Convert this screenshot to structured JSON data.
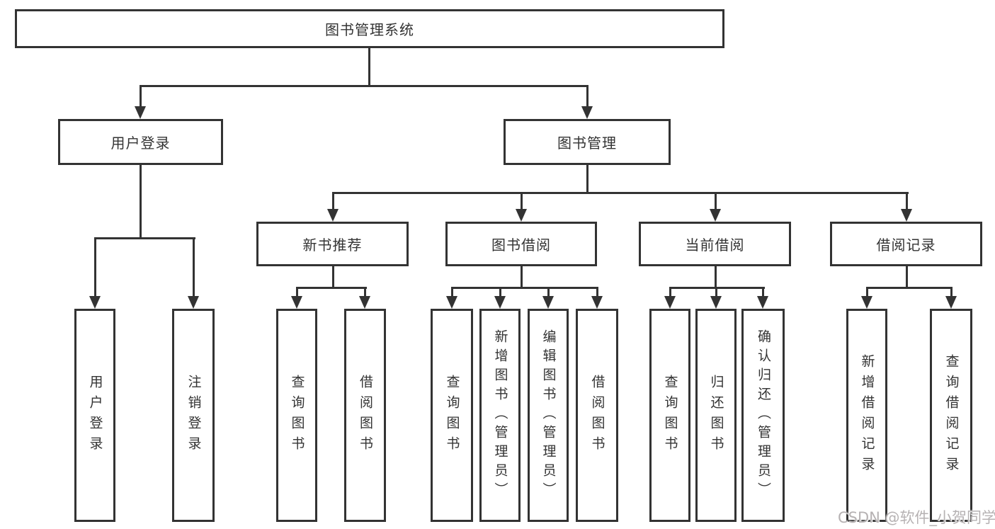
{
  "nodes": {
    "root": "图书管理系统",
    "l2": [
      "用户登录",
      "图书管理"
    ],
    "l3": [
      "新书推荐",
      "图书借阅",
      "当前借阅",
      "借阅记录"
    ],
    "leaves_user": [
      "用户登录",
      "注销登录"
    ],
    "leaves_newbook": [
      "查询图书",
      "借阅图书"
    ],
    "leaves_borrow": [
      "查询图书",
      "新增图书（管理员）",
      "编辑图书（管理员）",
      "借阅图书"
    ],
    "leaves_current": [
      "查询图书",
      "归还图书",
      "确认归还（管理员）"
    ],
    "leaves_records": [
      "新增借阅记录",
      "查询借阅记录"
    ]
  },
  "watermark": "CSDN @软件_小贺同学",
  "colors": {
    "line": "#333333",
    "box_border": "#333333",
    "text": "#333333",
    "background": "#ffffff",
    "watermark": "#b6b2b3"
  }
}
